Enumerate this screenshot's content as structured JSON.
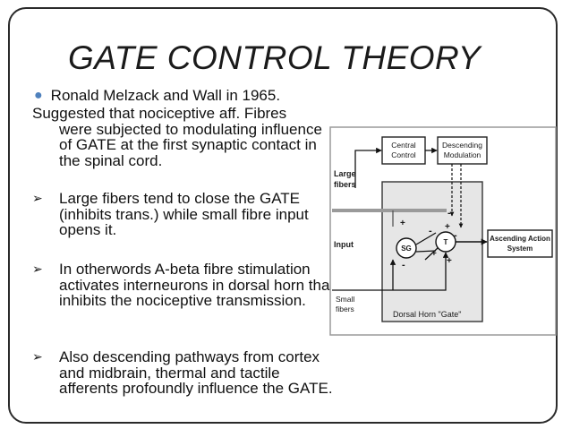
{
  "slide": {
    "title": "GATE CONTROL THEORY",
    "bullet1": "Ronald Melzack and Wall in 1965.",
    "paragraph_first": "Suggested that nociceptive aff. Fibres",
    "paragraph_rest": "were subjected to modulating influence of GATE at the first synaptic contact in the spinal cord.",
    "arrow_bullets": [
      "Large fibers tend to close the GATE (inhibits trans.) while small fibre input opens it.",
      "In otherwords A-beta fibre stimulation activates interneurons in dorsal horn that inhibits the nociceptive transmission.",
      "Also descending pathways from cortex and midbrain, thermal and tactile afferents profoundly influence the GATE."
    ],
    "accent_color": "#4f81bd",
    "bullet_icon": "circle-bullet-icon",
    "arrow_icon": "arrow-bullet-icon"
  },
  "diagram": {
    "central_control": [
      "Central",
      "Control"
    ],
    "descending_modulation": [
      "Descending",
      "Modulation"
    ],
    "large_fibers": [
      "Large",
      "fibers"
    ],
    "input": "Input",
    "small_fibers": [
      "Small",
      "fibers"
    ],
    "sg": "SG",
    "t": "T",
    "ascending_action_system": [
      "Ascending Action",
      "System"
    ],
    "dorsal_horn_gate": "Dorsal Horn \"Gate\"",
    "plus": "+",
    "minus": "-"
  }
}
